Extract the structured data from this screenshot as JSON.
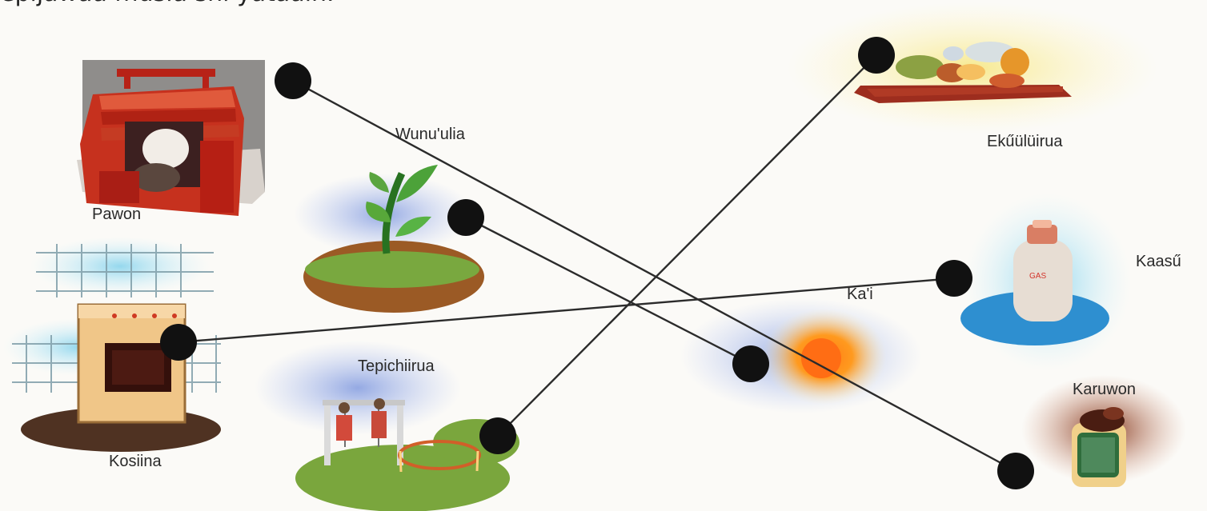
{
  "instruction": "epijawaa müsia shi yataain.",
  "labels": {
    "pawon": "Pawon",
    "wunulia": "Wunu'ulia",
    "kosiina": "Kosiina",
    "tepichiirua": "Tepichiirua",
    "ekuuluirua": "Ekűülüirua",
    "kaasu": "Kaasű",
    "kai": "Ka'i",
    "karuwon": "Karuwon"
  },
  "matching_lines": [
    {
      "from": "pawon",
      "to": "karuwon"
    },
    {
      "from": "wunulia",
      "to": "kai"
    },
    {
      "from": "kosiina",
      "to": "kaasu"
    },
    {
      "from": "tepichiirua",
      "to": "ekuuluirua"
    }
  ]
}
